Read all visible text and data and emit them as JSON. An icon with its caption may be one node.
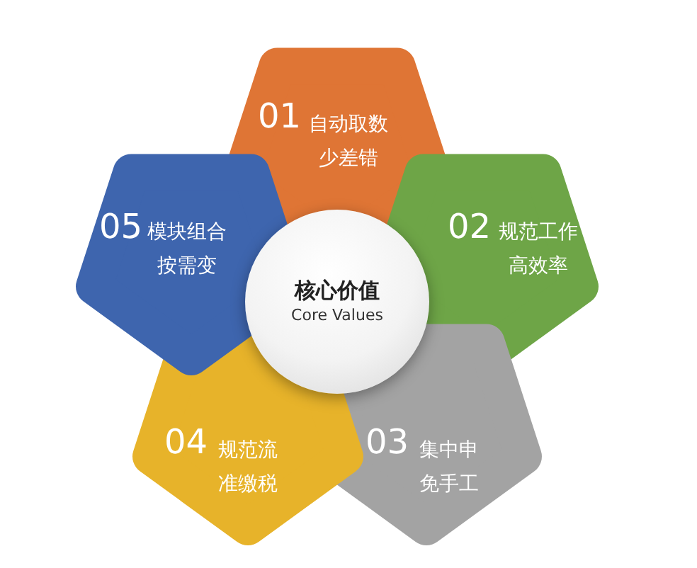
{
  "diagram": {
    "nodes": [
      {
        "text": [
          "01",
          "自动取数少差错"
        ]
      },
      {
        "text": [
          "02",
          "规范工作高效率"
        ]
      },
      {
        "text": [
          "03",
          "集中申免手工"
        ]
      },
      {
        "text": [
          "04",
          "规范流准缴税"
        ]
      },
      {
        "text": [
          "05",
          "模块组合按需变"
        ]
      },
      {
        "text": [
          "核心价值",
          "Core Values"
        ]
      }
    ]
  }
}
